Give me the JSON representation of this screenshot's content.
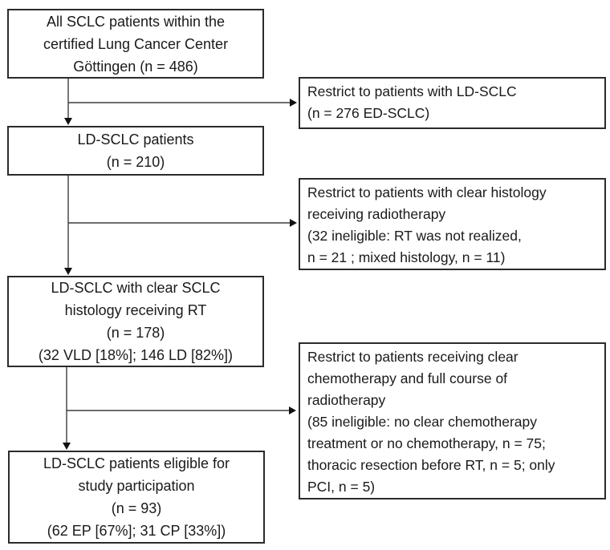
{
  "flowchart": {
    "description": "Patient selection flow diagram",
    "main_boxes": [
      {
        "id": "all-sclc-patients",
        "text": "All SCLC patients within the\ncertified Lung Cancer Center\nGöttingen  (n = 486)",
        "n": 486
      },
      {
        "id": "ld-sclc-patients",
        "text": "LD-SCLC patients\n(n = 210)",
        "n": 210
      },
      {
        "id": "ld-sclc-clear-histology-rt",
        "text": "LD-SCLC with clear SCLC\nhistology receiving RT\n(n = 178)\n(32 VLD [18%]; 146 LD [82%])",
        "n": 178
      },
      {
        "id": "ld-sclc-eligible",
        "text": "LD-SCLC patients eligible for\nstudy participation\n(n = 93)\n(62 EP [67%]; 31 CP [33%])",
        "n": 93
      }
    ],
    "exclusion_boxes": [
      {
        "id": "restrict-ld-sclc",
        "text": "Restrict to patients with LD-SCLC\n(n = 276 ED-SCLC)",
        "n_excluded": 276
      },
      {
        "id": "restrict-clear-histology",
        "text": "Restrict to patients with clear histology\nreceiving radiotherapy\n(32 ineligible: RT was not realized,\nn = 21 ; mixed histology, n = 11)",
        "n_excluded": 32
      },
      {
        "id": "restrict-clear-chemo",
        "text": "Restrict to patients receiving clear\nchemotherapy and full course of\nradiotherapy\n(85 ineligible: no clear chemotherapy\ntreatment or no chemotherapy, n = 75;\nthoracic resection before RT, n = 5; only\nPCI, n = 5)",
        "n_excluded": 85
      }
    ],
    "colors": {
      "border": "#2b2b2b",
      "text": "#1a1a1a",
      "line": "#3d3d3d",
      "background": "#ffffff"
    }
  }
}
